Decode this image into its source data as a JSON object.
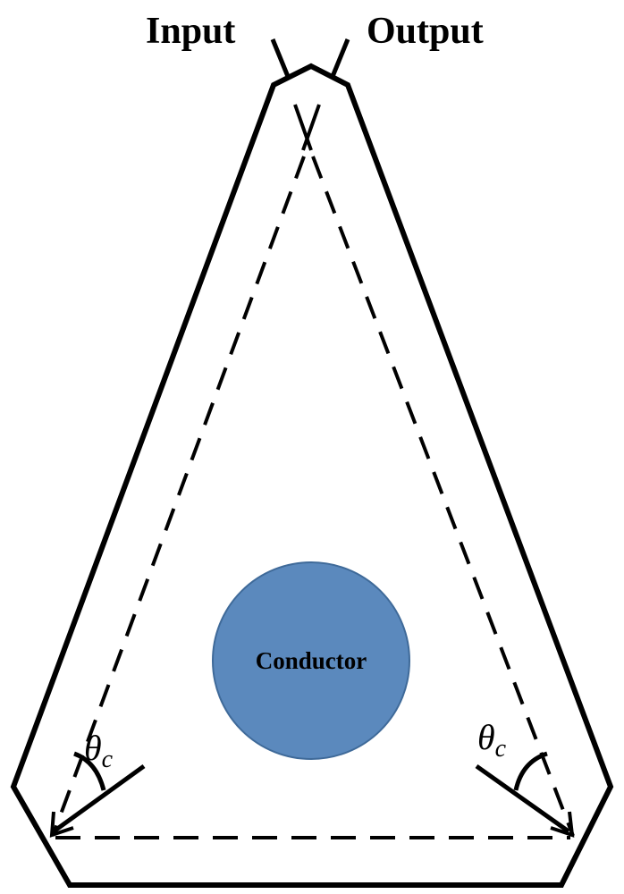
{
  "diagram": {
    "labels": {
      "input": "Input",
      "output": "Output",
      "conductor": "Conductor",
      "angle_symbol": "θ",
      "angle_subscript": "c"
    },
    "colors": {
      "outline": "#000000",
      "conductor_fill": "#5b89bd",
      "conductor_stroke": "#3f6a99",
      "background": "#ffffff"
    }
  }
}
